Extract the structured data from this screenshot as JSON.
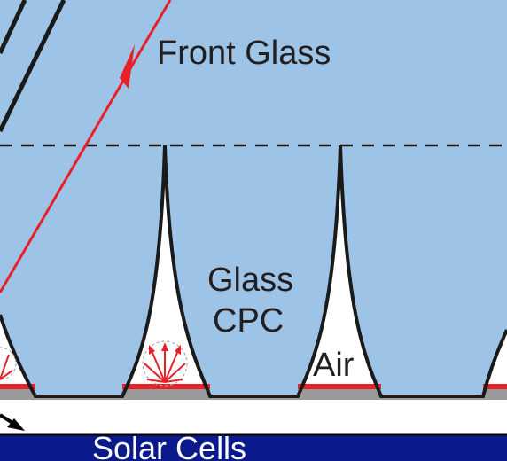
{
  "labels": {
    "front_glass": "Front Glass",
    "glass_cpc_line1": "Glass",
    "glass_cpc_line2": "CPC",
    "air": "Air",
    "solar_cells": "Solar Cells"
  },
  "colors": {
    "glass": "#9dc3e6",
    "outline": "#1a1a1a",
    "ray": "#e8202a",
    "solar_cells": "#0a1a8c",
    "reflector_red": "#e8202a",
    "base_gray": "#9a9a9a"
  }
}
